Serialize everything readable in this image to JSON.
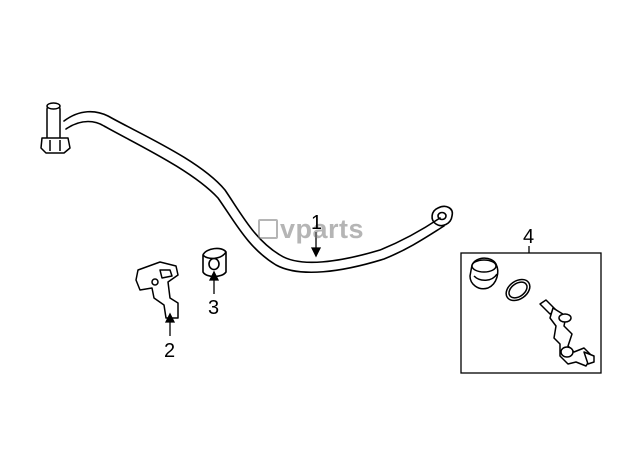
{
  "callouts": {
    "c1": "1",
    "c2": "2",
    "c3": "3",
    "c4": "4"
  },
  "watermark": "vparts",
  "colors": {
    "line": "#000000",
    "background": "#ffffff",
    "watermark": "#8a8a8a"
  }
}
